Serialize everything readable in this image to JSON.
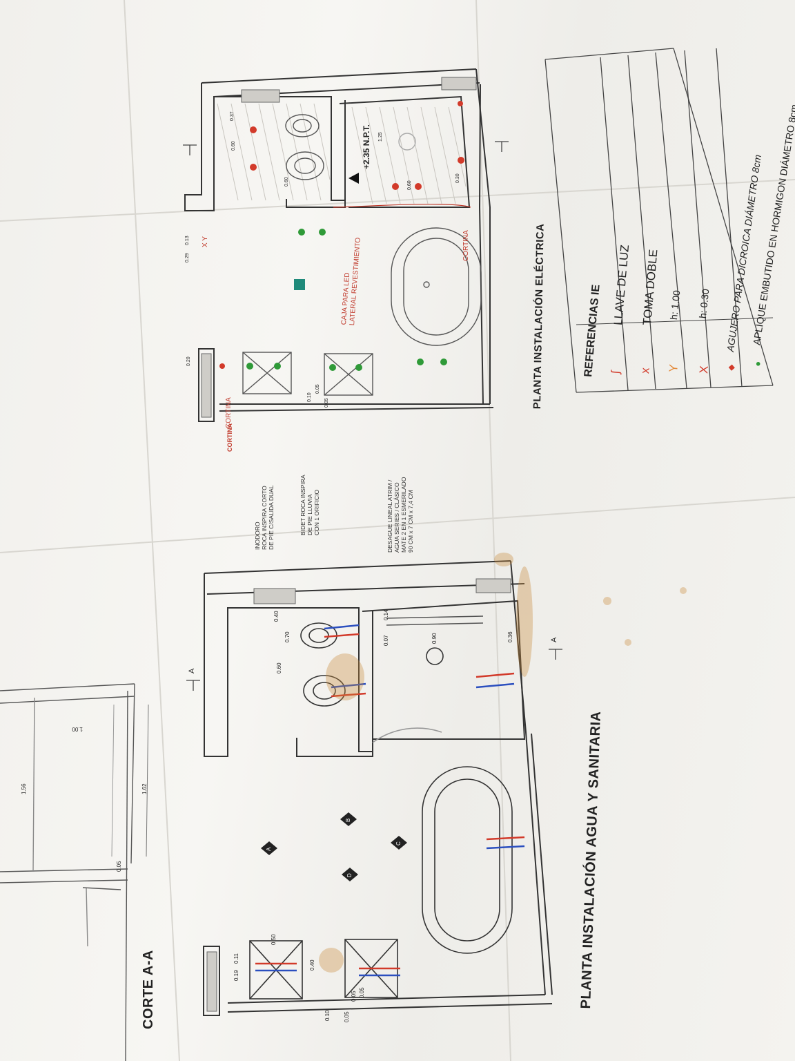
{
  "sheet": {
    "corte_title": "CORTE A-A",
    "plan_water_title": "PLANTA INSTALACIÓN AGUA Y SANITARIA",
    "plan_elec_title": "PLANTA INSTALACIÓN ELÉCTRICA"
  },
  "water_plan": {
    "notes": {
      "inodoro": "INODORO\nROCA INSPIRA CORTO\nDE PIE C/SALIDA DUAL",
      "bidet": "BIDET ROCA INSPIRA\nDE PIE LLUVIA\nCON 1 ORIFICIO",
      "desague": "DESAGUE LINEAL ATRIM /\nAGUA SERIES / CLÁSICO\nMATE 2 EN 1 ESMERILADO\n90 CM x 7 CM x 7,4 CM"
    },
    "section_marks": [
      "A",
      "A"
    ],
    "view_markers": [
      "A",
      "B",
      "C",
      "D"
    ],
    "dimensions": [
      "0.40",
      "0.70",
      "0.60",
      "0.90",
      "0.14",
      "0.07",
      "0.36",
      "0.50",
      "0.40",
      "0.19",
      "0.11",
      "0.10",
      "0.05",
      "0.05",
      "0.05"
    ]
  },
  "corte": {
    "dimensions": [
      "1.00",
      "1.56",
      "1.62",
      "0.05"
    ]
  },
  "elec_plan": {
    "level_label": "+2.35 N.P.T.",
    "caja_led_note": "CAJA PARA LED\nLATERAL REVESTIMIENTO",
    "cortina_1": "CORTINA",
    "cortina_2": "CORTINA",
    "cortina_3": "CORTINA",
    "switch_label": "X Y",
    "dimensions": [
      "0.37",
      "0.60",
      "0.13",
      "0.29",
      "0.20",
      "0.10",
      "0.05",
      "0.05",
      "1.25",
      "0.60",
      "0.60",
      "0.30"
    ]
  },
  "legend": {
    "title": "REFERENCIAS IE",
    "rows": [
      {
        "symbol": "ʃ",
        "label": "LLAVE DE LUZ"
      },
      {
        "symbol": "x",
        "label": "TOMA DOBLE"
      },
      {
        "symbol": "Y",
        "label": "h: 1.00"
      },
      {
        "symbol": "X",
        "label": "h: 0.30"
      },
      {
        "symbol": "◆",
        "label": "AGUJERO PARA DICROICA DIÁMETRO 8cm"
      },
      {
        "symbol": "●",
        "label": "APLIQUE EMBUTIDO EN HORMIGON DIÁMETRO 8cm"
      }
    ]
  },
  "colors": {
    "line": "#3a3a3a",
    "red_mark": "#d23a2a",
    "green_mark": "#2f9a38",
    "blue_pipe": "#2b4fbf",
    "teal_box": "#1f8a7a",
    "stain": "#c98a3a"
  }
}
